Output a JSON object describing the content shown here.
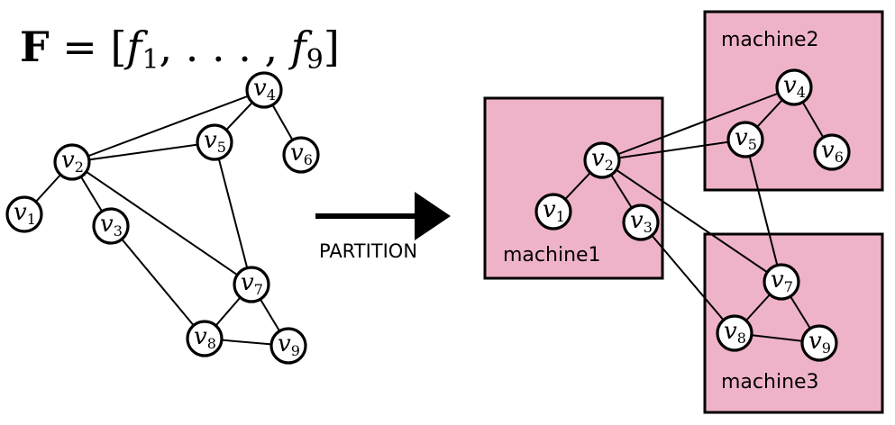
{
  "formula": {
    "bold": "F",
    "eq": " = [",
    "f1": "f",
    "f1_sub": "1",
    "mid": ", . . . , ",
    "f9": "f",
    "f9_sub": "9",
    "close": "]"
  },
  "arrow_label": "PARTITION",
  "colors": {
    "machine_fill": "#efb3c9",
    "node_fill": "#ffffff",
    "stroke": "#000000"
  },
  "machines": {
    "machine1": "machine1",
    "machine2": "machine2",
    "machine3": "machine3"
  },
  "left_graph": {
    "nodes": [
      {
        "id": "v1",
        "letter": "v",
        "sub": "1"
      },
      {
        "id": "v2",
        "letter": "v",
        "sub": "2"
      },
      {
        "id": "v3",
        "letter": "v",
        "sub": "3"
      },
      {
        "id": "v4",
        "letter": "v",
        "sub": "4"
      },
      {
        "id": "v5",
        "letter": "v",
        "sub": "5"
      },
      {
        "id": "v6",
        "letter": "v",
        "sub": "6"
      },
      {
        "id": "v7",
        "letter": "v",
        "sub": "7"
      },
      {
        "id": "v8",
        "letter": "v",
        "sub": "8"
      },
      {
        "id": "v9",
        "letter": "v",
        "sub": "9"
      }
    ],
    "edges": [
      [
        "v1",
        "v2"
      ],
      [
        "v2",
        "v3"
      ],
      [
        "v2",
        "v4"
      ],
      [
        "v2",
        "v5"
      ],
      [
        "v2",
        "v7"
      ],
      [
        "v4",
        "v5"
      ],
      [
        "v4",
        "v6"
      ],
      [
        "v5",
        "v7"
      ],
      [
        "v3",
        "v8"
      ],
      [
        "v7",
        "v8"
      ],
      [
        "v7",
        "v9"
      ],
      [
        "v8",
        "v9"
      ]
    ]
  },
  "right_graph": {
    "nodes": [
      {
        "id": "v1",
        "letter": "v",
        "sub": "1"
      },
      {
        "id": "v2",
        "letter": "v",
        "sub": "2"
      },
      {
        "id": "v3",
        "letter": "v",
        "sub": "3"
      },
      {
        "id": "v4",
        "letter": "v",
        "sub": "4"
      },
      {
        "id": "v5",
        "letter": "v",
        "sub": "5"
      },
      {
        "id": "v6",
        "letter": "v",
        "sub": "6"
      },
      {
        "id": "v7",
        "letter": "v",
        "sub": "7"
      },
      {
        "id": "v8",
        "letter": "v",
        "sub": "8"
      },
      {
        "id": "v9",
        "letter": "v",
        "sub": "9"
      }
    ],
    "edges": [
      [
        "v1",
        "v2"
      ],
      [
        "v2",
        "v3"
      ],
      [
        "v2",
        "v4"
      ],
      [
        "v2",
        "v5"
      ],
      [
        "v2",
        "v7"
      ],
      [
        "v4",
        "v5"
      ],
      [
        "v4",
        "v6"
      ],
      [
        "v5",
        "v7"
      ],
      [
        "v3",
        "v8"
      ],
      [
        "v7",
        "v8"
      ],
      [
        "v7",
        "v9"
      ],
      [
        "v8",
        "v9"
      ]
    ]
  }
}
